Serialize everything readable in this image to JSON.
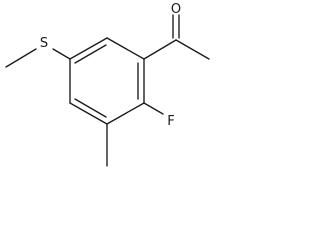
{
  "molecule": {
    "atoms": {
      "sulfur": "S",
      "oxygen": "O",
      "fluorine": "F"
    }
  }
}
